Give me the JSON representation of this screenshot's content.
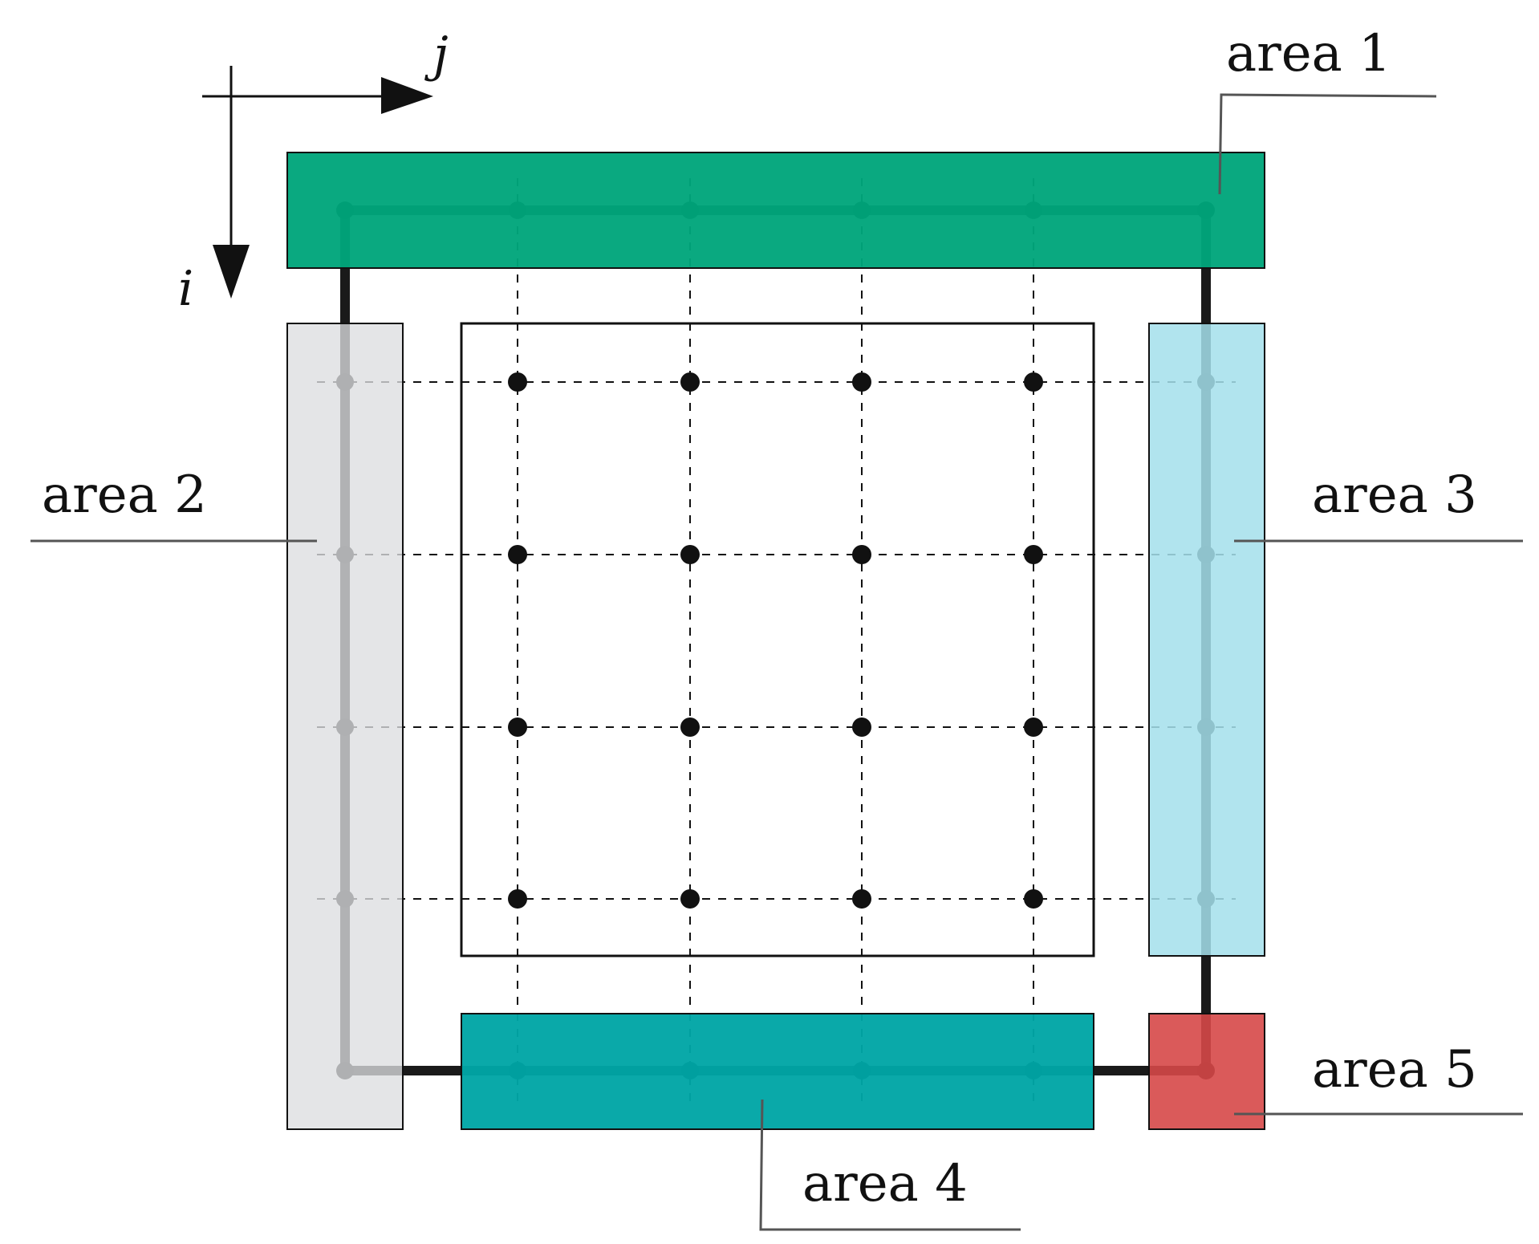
{
  "axes": {
    "horizontal_label": "j",
    "vertical_label": "i"
  },
  "areas": [
    {
      "id": "area1",
      "label": "area 1",
      "color": "#00A67B"
    },
    {
      "id": "area2",
      "label": "area 2",
      "color": "#DCDEE0"
    },
    {
      "id": "area3",
      "label": "area 3",
      "color": "#A4DFEB"
    },
    {
      "id": "area4",
      "label": "area 4",
      "color": "#00A6A6"
    },
    {
      "id": "area5",
      "label": "area 5",
      "color": "#D64848"
    }
  ],
  "colors": {
    "boundary_path": "#1a1a1a",
    "grid_node": "#111111",
    "inner_region_border": "#111111"
  }
}
